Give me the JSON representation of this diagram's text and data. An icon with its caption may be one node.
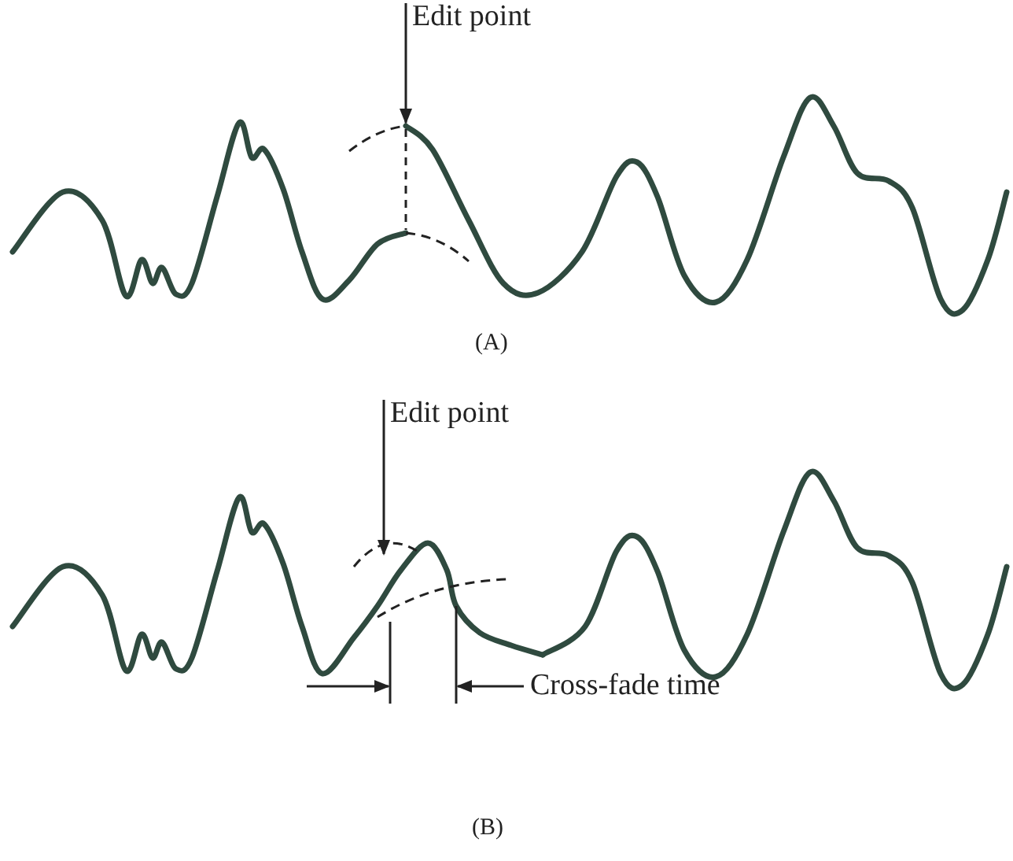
{
  "diagram": {
    "nodes": [
      {
        "text": [
          "Edit point"
        ]
      },
      {
        "text": [
          "Edit point"
        ]
      }
    ],
    "edges": [
      {
        "from": 0,
        "to": null,
        "arrow": "to"
      },
      {
        "from": 1,
        "to": null,
        "arrow": "to"
      }
    ],
    "labels": [
      "(A)",
      "Cross-fade time",
      "(B)"
    ]
  }
}
